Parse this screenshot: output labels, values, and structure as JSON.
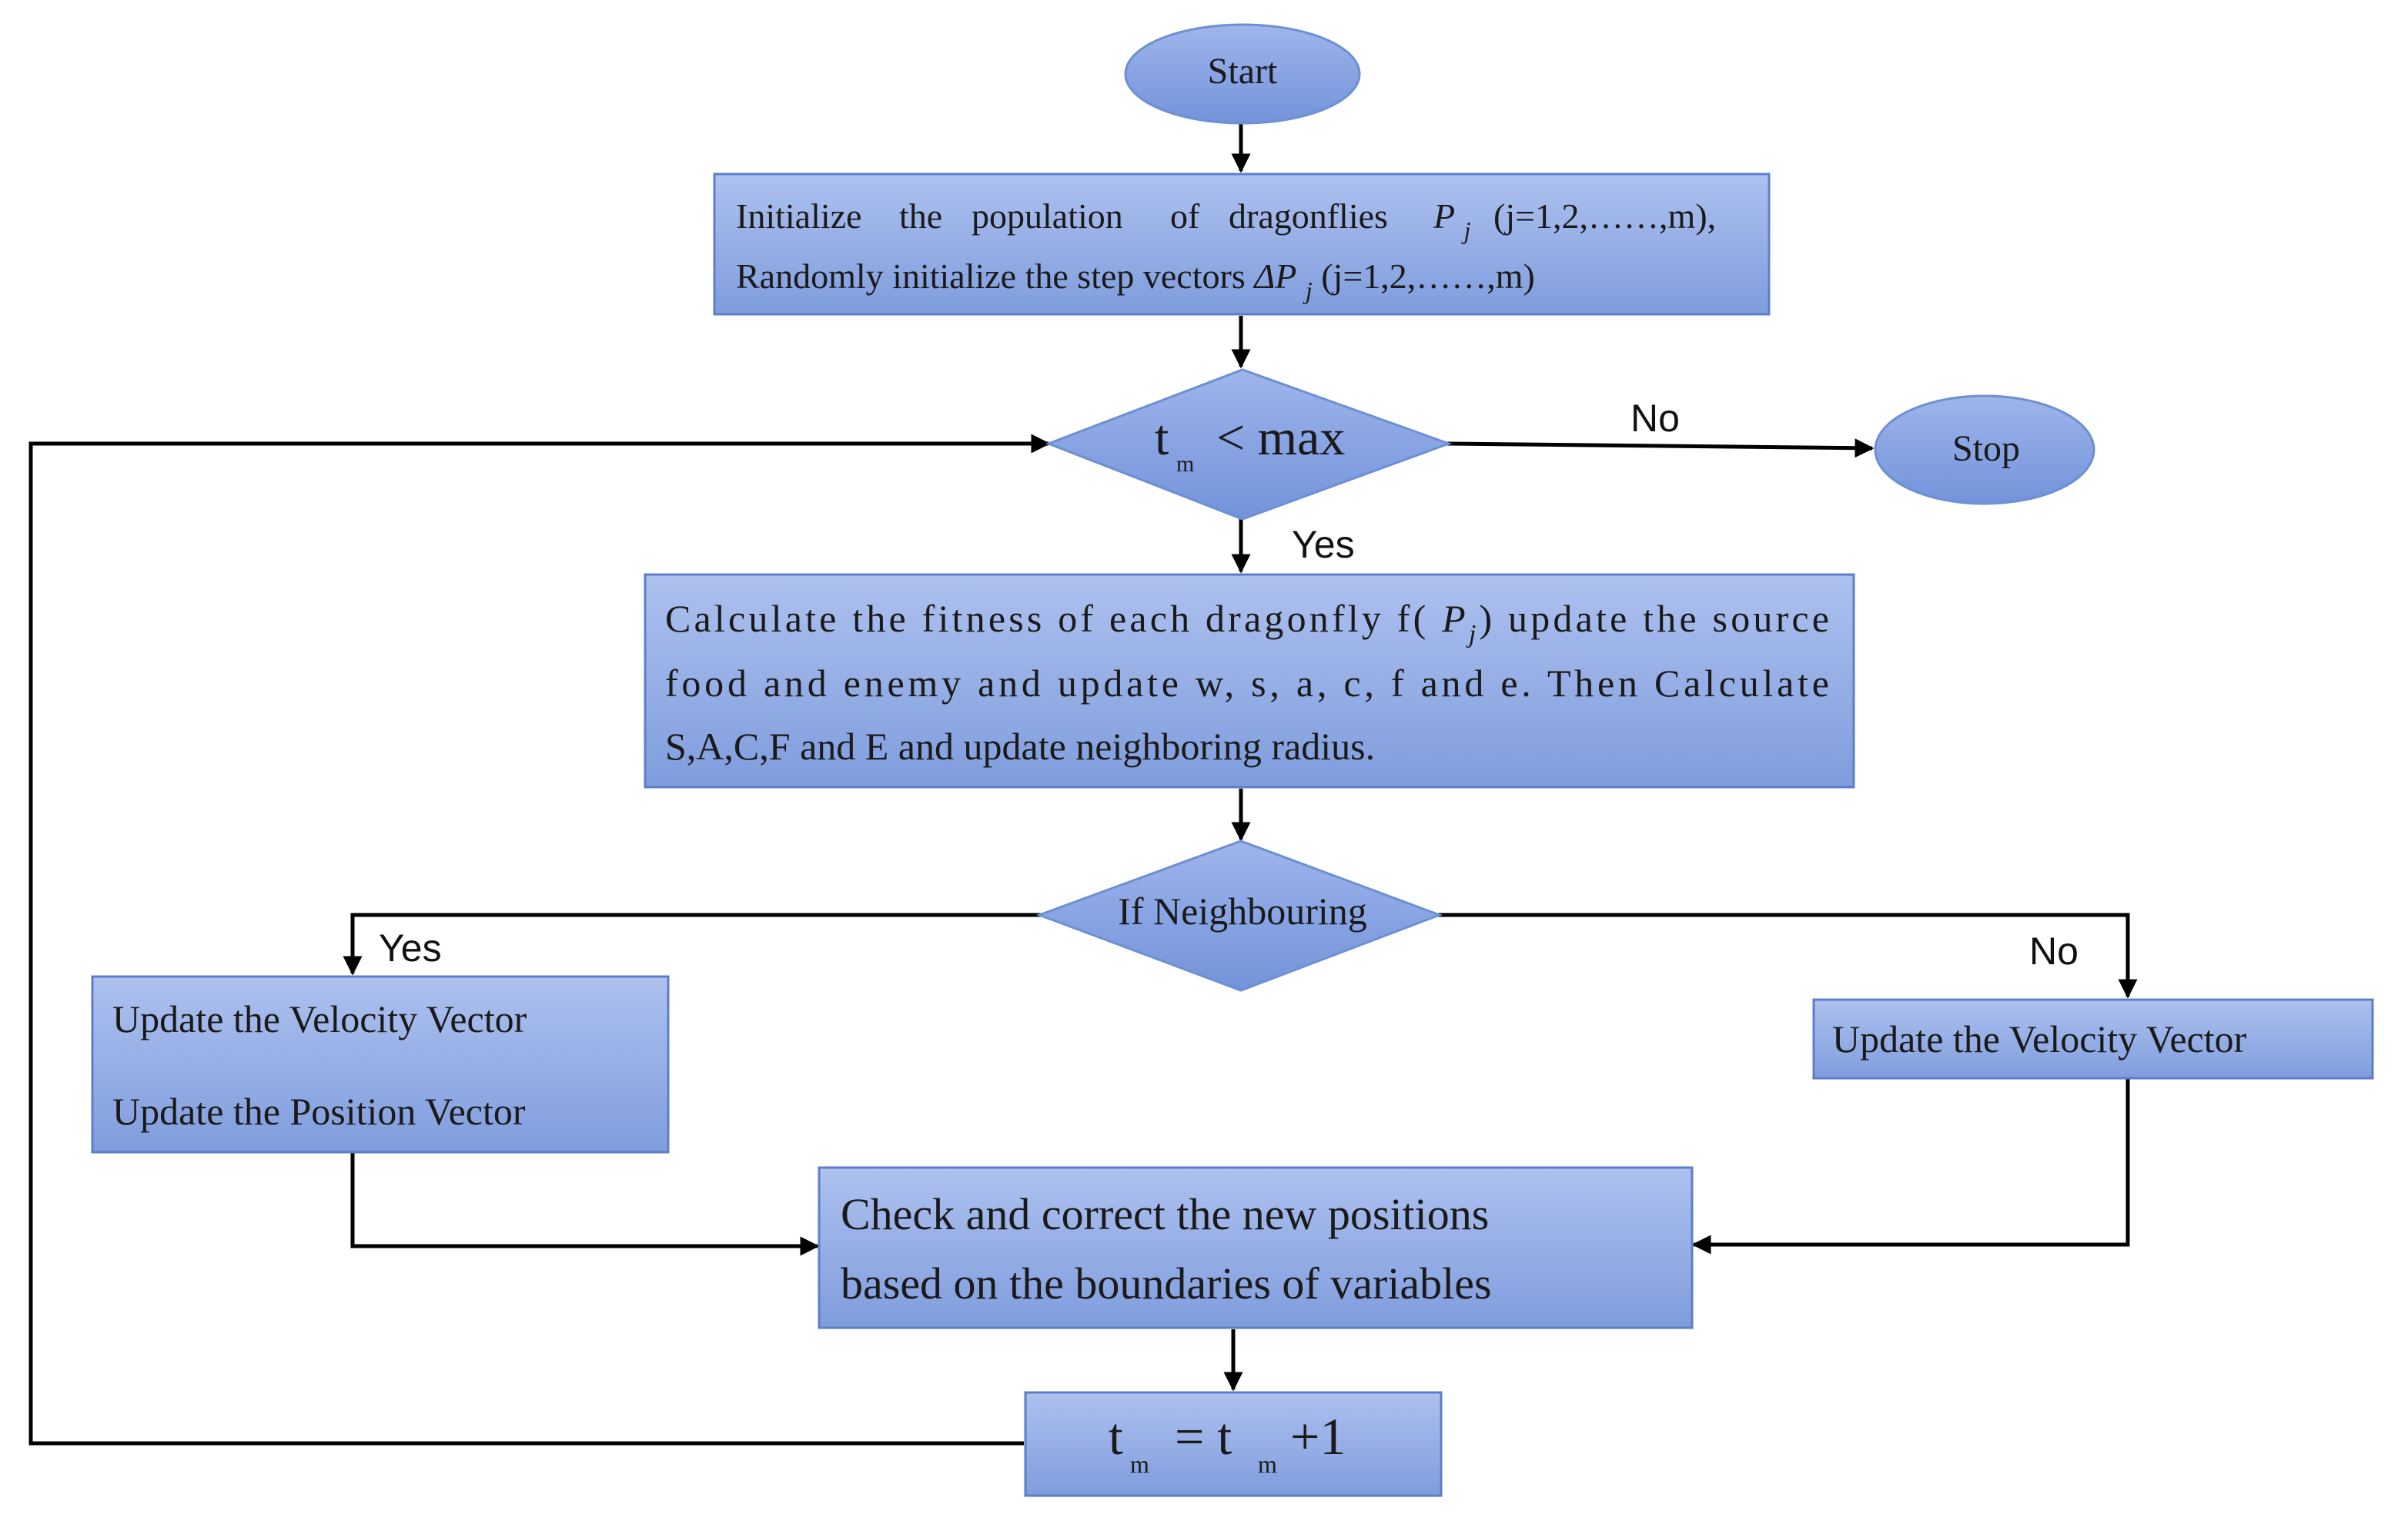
{
  "nodes": {
    "start": {
      "label": "Start"
    },
    "stop": {
      "label": "Stop"
    },
    "init": {
      "line1_words": [
        "Initialize",
        "the",
        "population",
        "of",
        "dragonflies"
      ],
      "line1_var": "P",
      "line1_sub": "j",
      "line1_range": "(j=1,2,……,m),",
      "line2_text": "Randomly initialize the step vectors ",
      "line2_var": "ΔP",
      "line2_sub": "j",
      "line2_range": "(j=1,2,……,m)"
    },
    "condition": {
      "t": "t",
      "sub": "m",
      "rest": "< max"
    },
    "fitness": {
      "line1_pre": "Calculate the fitness of each dragonfly f( ",
      "line1_var": "P",
      "line1_sub": "j",
      "line1_post": ") update the source",
      "line2": "food and enemy and update w, s, a, c, f and e. Then Calculate",
      "line3": "S,A,C,F and E and update neighboring radius."
    },
    "neighbouring": {
      "label": "If Neighbouring"
    },
    "update_left": {
      "line1": "Update the Velocity Vector",
      "line2": "Update the Position Vector"
    },
    "update_right": {
      "line1": "Update the Velocity Vector"
    },
    "check": {
      "line1": "Check and correct the new positions",
      "line2": "based on the boundaries of variables"
    },
    "increment": {
      "t1": "t",
      "sub1": "m",
      "eq": "= t",
      "sub2": "m",
      "rest": "+1"
    }
  },
  "edge_labels": {
    "cond_no": "No",
    "cond_yes": "Yes",
    "neigh_yes": "Yes",
    "neigh_no": "No"
  },
  "colors": {
    "box_fill_top": "#a9bdee",
    "box_fill_bottom": "#7f9ddd",
    "shape_stroke": "#6d8fd3",
    "line": "#000000"
  }
}
